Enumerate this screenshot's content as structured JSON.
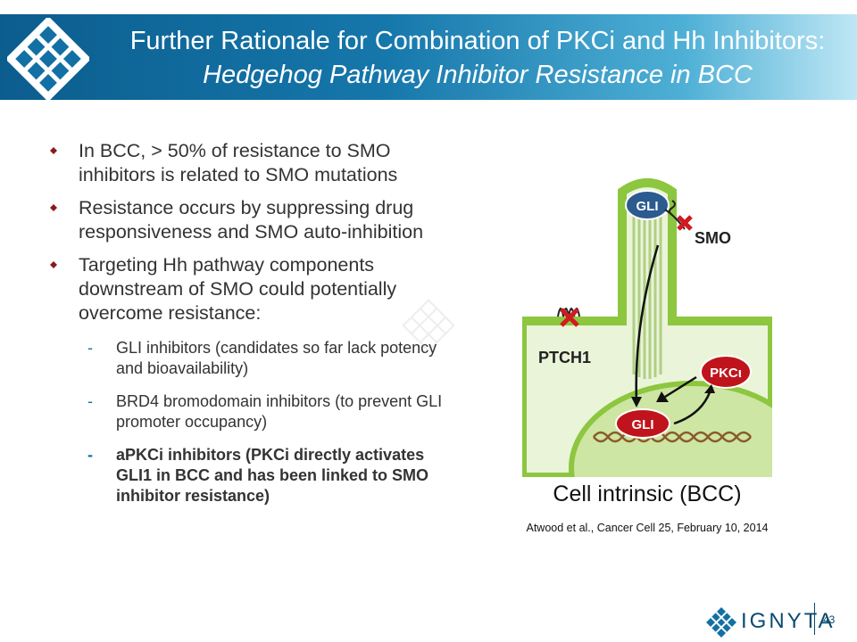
{
  "header": {
    "title_line1": "Further Rationale for Combination of PKCi and Hh Inhibitors:",
    "title_line2": "Hedgehog Pathway Inhibitor Resistance in BCC"
  },
  "bullets": [
    "In BCC, > 50% of resistance to SMO inhibitors is related to SMO mutations",
    "Resistance occurs by suppressing drug responsiveness and SMO auto-inhibition",
    "Targeting Hh pathway components downstream of SMO could potentially overcome resistance:"
  ],
  "sub_bullets": [
    "GLI inhibitors (candidates so far lack potency and bioavailability)",
    "BRD4 bromodomain inhibitors (to prevent GLI promoter occupancy)",
    "aPKCi inhibitors (PKCi directly activates GLI1 in BCC and has been linked to SMO inhibitor resistance)"
  ],
  "diagram": {
    "gli_top": "GLI",
    "smo": "SMO",
    "ptch1": "PTCH1",
    "pkc": "PKCι",
    "gli_nucleus": "GLI"
  },
  "caption": "Cell intrinsic (BCC)",
  "citation": "Atwood et al., Cancer Cell 25, February 10, 2014",
  "footer": {
    "brand": "IGNYTA",
    "page_number": "43"
  },
  "colors": {
    "header_dark": "#0b5d8e",
    "header_light": "#bfe7f5",
    "bullet_red": "#8b1a1a",
    "gli_red": "#c0141c",
    "membrane_green": "#8dc63f"
  }
}
